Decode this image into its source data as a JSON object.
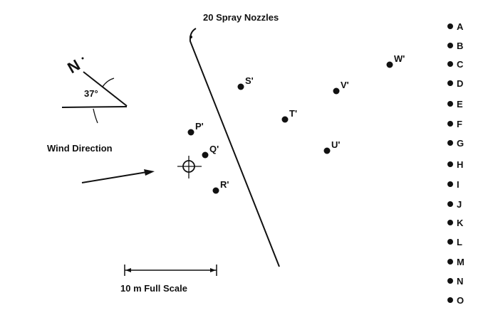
{
  "nozzle_label": "20 Spray Nozzles",
  "angle_label": "37°",
  "north_label": "N",
  "wind_label": "Wind Direction",
  "scale_label": "10 m Full Scale",
  "points": [
    "P'",
    "Q'",
    "R'",
    "S'",
    "T'",
    "U'",
    "V'",
    "W'"
  ],
  "legend": [
    "A",
    "B",
    "C",
    "D",
    "E",
    "F",
    "G",
    "H",
    "I",
    "J",
    "K",
    "L",
    "M",
    "N",
    "O"
  ],
  "ink_color": "#111111"
}
